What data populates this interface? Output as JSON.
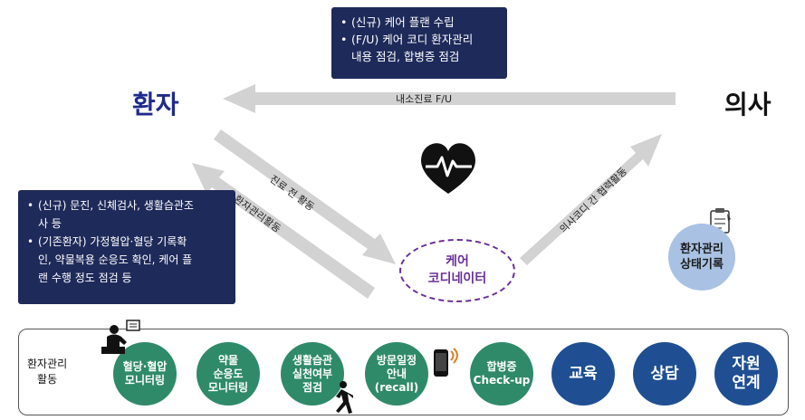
{
  "colors": {
    "navy": "#1e2a5a",
    "arrow_gray": "#d2d2d2",
    "coordinator_purple": "#6a2f9a",
    "green_circle": "#2f8a6a",
    "blue_circle": "#1f4f92",
    "record_circle": "#a9c2e4"
  },
  "top_box": {
    "lines": [
      "(신규) 케어 플랜 수립",
      "(F/U) 케어 코디 환자관리",
      "내용 점검, 합병증 점검"
    ]
  },
  "left_box": {
    "lines": [
      "(신규) 문진, 신체검사, 생활습관조",
      "사 등",
      "(기존환자) 가정혈압·혈당 기록확",
      "인, 약물복용 순응도 확인, 케어 플",
      "랜 수행 정도 점검 등"
    ]
  },
  "actors": {
    "patient": "환자",
    "doctor": "의사"
  },
  "arrows": {
    "doctor_to_patient": "내소진료 F/U",
    "patient_to_coord_1": "진료 전 활동",
    "patient_to_coord_2": "환자관리활동",
    "coord_to_doctor": "의사코디 간 협력활동"
  },
  "icons": {
    "heart": "heart-pulse-icon",
    "clipboard": "clipboard-icon",
    "phone": "phone-icon",
    "runner": "runner-icon",
    "person": "person-measuring-icon"
  },
  "coordinator": {
    "line1": "케어",
    "line2": "코디네이터"
  },
  "record": {
    "line1": "환자관리",
    "line2": "상태기록"
  },
  "activities": {
    "label_line1": "환자관리",
    "label_line2": "활동",
    "items": [
      {
        "lines": [
          "혈당·혈압",
          "모니터링"
        ]
      },
      {
        "lines": [
          "약물",
          "순응도",
          "모니터링"
        ]
      },
      {
        "lines": [
          "생활습관",
          "실천여부",
          "점검"
        ]
      },
      {
        "lines": [
          "방문일정",
          "안내",
          "(recall)"
        ]
      },
      {
        "lines": [
          "합병증",
          "Check-up"
        ]
      },
      {
        "lines": [
          "교육"
        ]
      },
      {
        "lines": [
          "상담"
        ]
      },
      {
        "lines": [
          "자원",
          "연계"
        ]
      }
    ]
  }
}
